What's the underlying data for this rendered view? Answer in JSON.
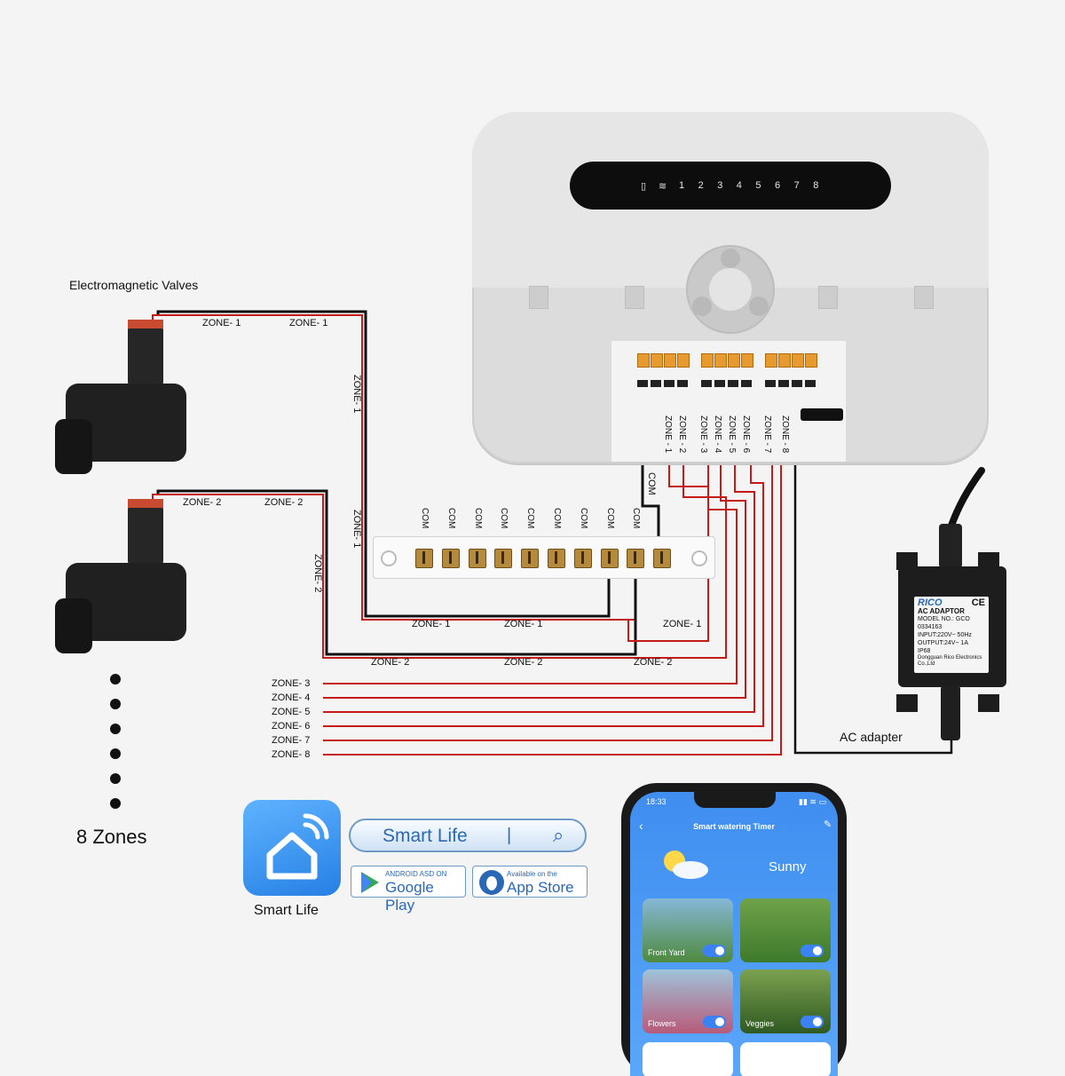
{
  "valves_title": "Electromagnetic Valves",
  "zones_caption": "8 Zones",
  "adapter_caption": "AC adapter",
  "controller": {
    "display_digits": [
      "1",
      "2",
      "3",
      "4",
      "5",
      "6",
      "7",
      "8"
    ],
    "terminal_labels": [
      "ZONE - 1",
      "ZONE - 2",
      "ZONE - 3",
      "ZONE - 4",
      "ZONE - 5",
      "ZONE - 6",
      "ZONE - 7",
      "ZONE - 8"
    ]
  },
  "wire_labels": {
    "zone1": "ZONE- 1",
    "zone2": "ZONE- 2",
    "zone3": "ZONE- 3",
    "zone4": "ZONE- 4",
    "zone5": "ZONE- 5",
    "zone6": "ZONE- 6",
    "zone7": "ZONE- 7",
    "zone8": "ZONE- 8",
    "com": "COM",
    "vzone1": "ZONE- 1",
    "vzone2": "ZONE- 2"
  },
  "busbar": {
    "com_labels": [
      "COM",
      "COM",
      "COM",
      "COM",
      "COM",
      "COM",
      "COM",
      "COM",
      "COM"
    ]
  },
  "adapter": {
    "brand": "RICO",
    "mark": "CE",
    "title": "AC ADAPTOR",
    "model": "MODEL NO.: GCO 0334163",
    "spec1": "INPUT:220V~ 50Hz",
    "spec2": "OUTPUT:24V~ 1A",
    "rating": "IP68",
    "maker": "Dongguan Rico Electronics Co.,Ltd"
  },
  "app": {
    "tile_caption": "Smart Life",
    "search_text": "Smart Life",
    "google_small": "ANDROID ASD ON",
    "google_big": "Google Play",
    "apple_small": "Available on the",
    "apple_big": "App Store"
  },
  "phone": {
    "time": "18:33",
    "title": "Smart watering Timer",
    "weather": "Sunny",
    "tiles": [
      {
        "label": "Front Yard"
      },
      {
        "label": ""
      },
      {
        "label": "Flowers"
      },
      {
        "label": "Veggies"
      }
    ]
  },
  "colors": {
    "wire_red": "#c41a1a",
    "wire_black": "#111111",
    "terminal_orange": "#e79a2e",
    "brand_blue": "#2a68b6"
  }
}
